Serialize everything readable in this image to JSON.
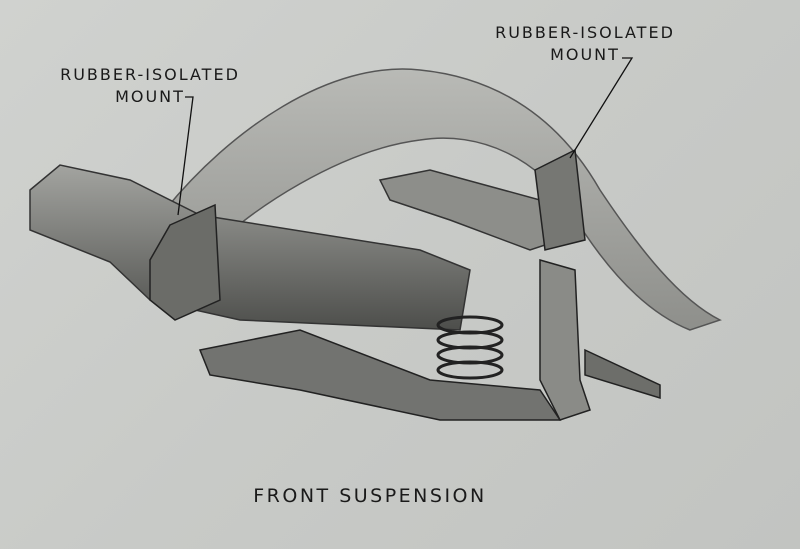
{
  "figure": {
    "labels": [
      {
        "line1": "RUBBER-ISOLATED",
        "line2": "MOUNT"
      },
      {
        "line1": "RUBBER-ISOLATED",
        "line2": "MOUNT"
      }
    ],
    "caption": "FRONT SUSPENSION"
  }
}
